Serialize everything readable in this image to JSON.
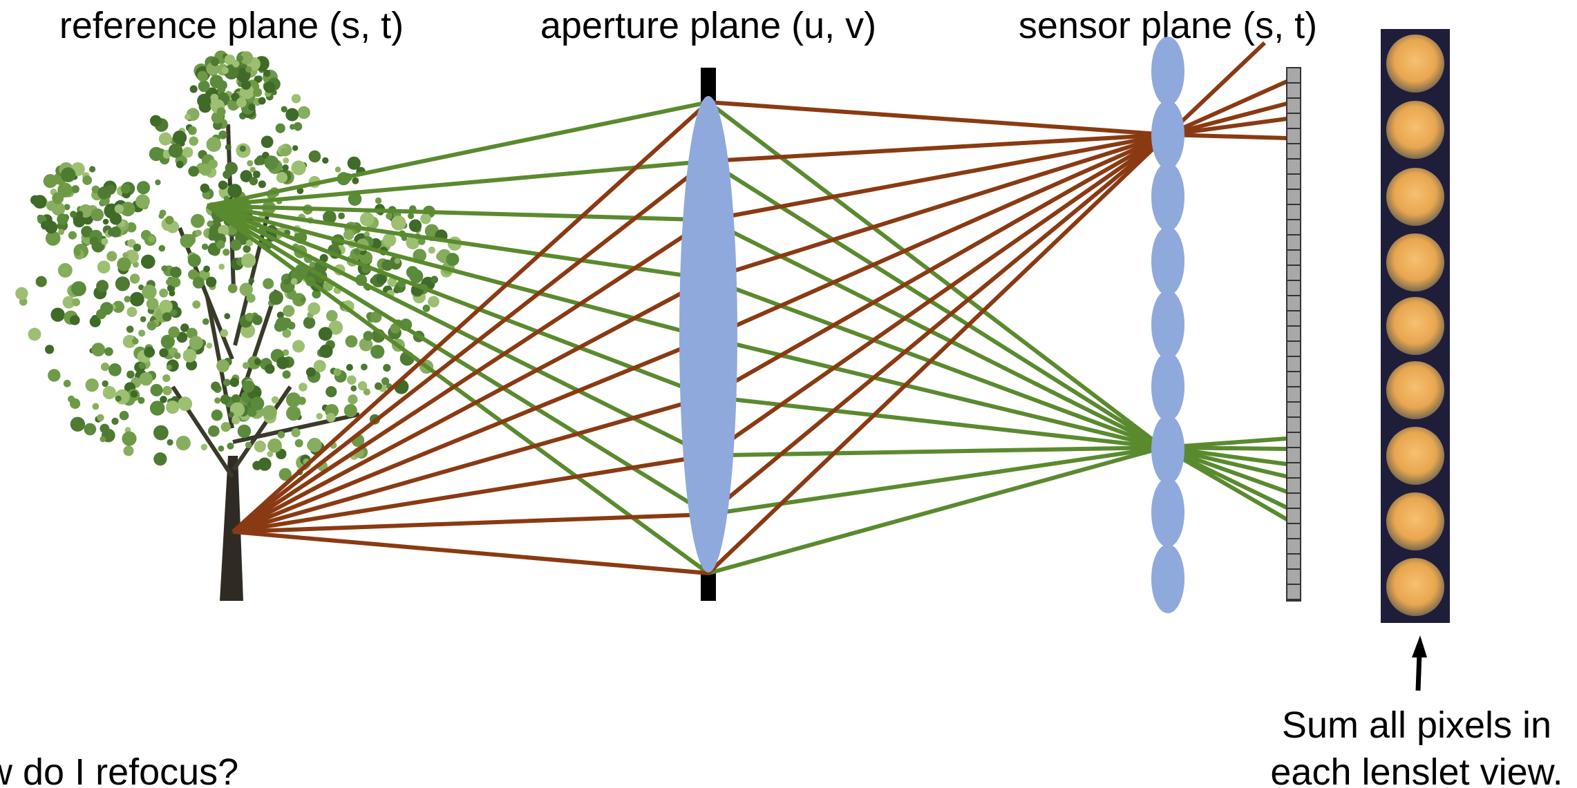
{
  "labels": {
    "reference_plane": "reference plane (s, t)",
    "aperture_plane": "aperture plane (u, v)",
    "sensor_plane": "sensor plane (s, t)",
    "caption_line1": "Sum all pixels in",
    "caption_line2": "each lenslet view.",
    "question": "How do I refocus?"
  },
  "colors": {
    "green_ray": "#5A8A2E",
    "brown_ray": "#8A3A12",
    "lens": "#8FA9DC",
    "aperture_stop": "#000000",
    "sensor_pixel": "#A8A8A8",
    "view_strip_bg": "#1E1E3A",
    "lenslet_view": "#F2B060"
  },
  "icons": {
    "tree": "tree-icon",
    "arrow": "arrow-up-icon"
  }
}
